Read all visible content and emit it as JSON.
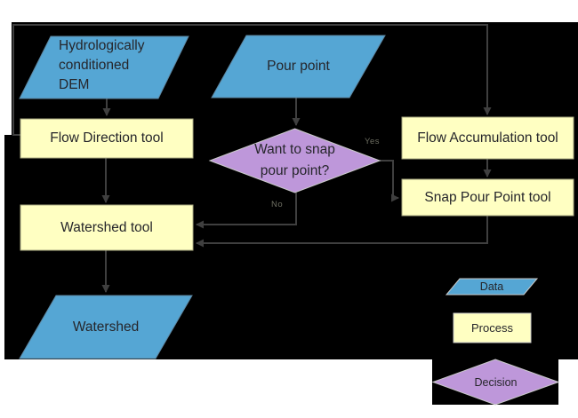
{
  "colors": {
    "page": "#ffffff",
    "canvas": "#000000",
    "blue": "#55a6d4",
    "yellow": "#ffffc2",
    "purple": "#be97da",
    "line": "#3f3f3f",
    "text": "#26262b"
  },
  "nodes": {
    "dem": {
      "lines": [
        "Hydrologically",
        "conditioned",
        "DEM"
      ]
    },
    "pour_point": {
      "label": "Pour point"
    },
    "flow_direction": {
      "label": "Flow Direction tool"
    },
    "flow_accumulation": {
      "label": "Flow Accumulation tool"
    },
    "snap_pour_point": {
      "label": "Snap Pour Point tool"
    },
    "watershed_tool": {
      "label": "Watershed tool"
    },
    "watershed": {
      "label": "Watershed"
    },
    "decision": {
      "lines": [
        "Want to snap",
        "pour point?"
      ]
    }
  },
  "edges": {
    "yes_label": "Yes",
    "no_label": "No"
  },
  "legend": {
    "data": "Data",
    "process": "Process",
    "decision": "Decision"
  }
}
